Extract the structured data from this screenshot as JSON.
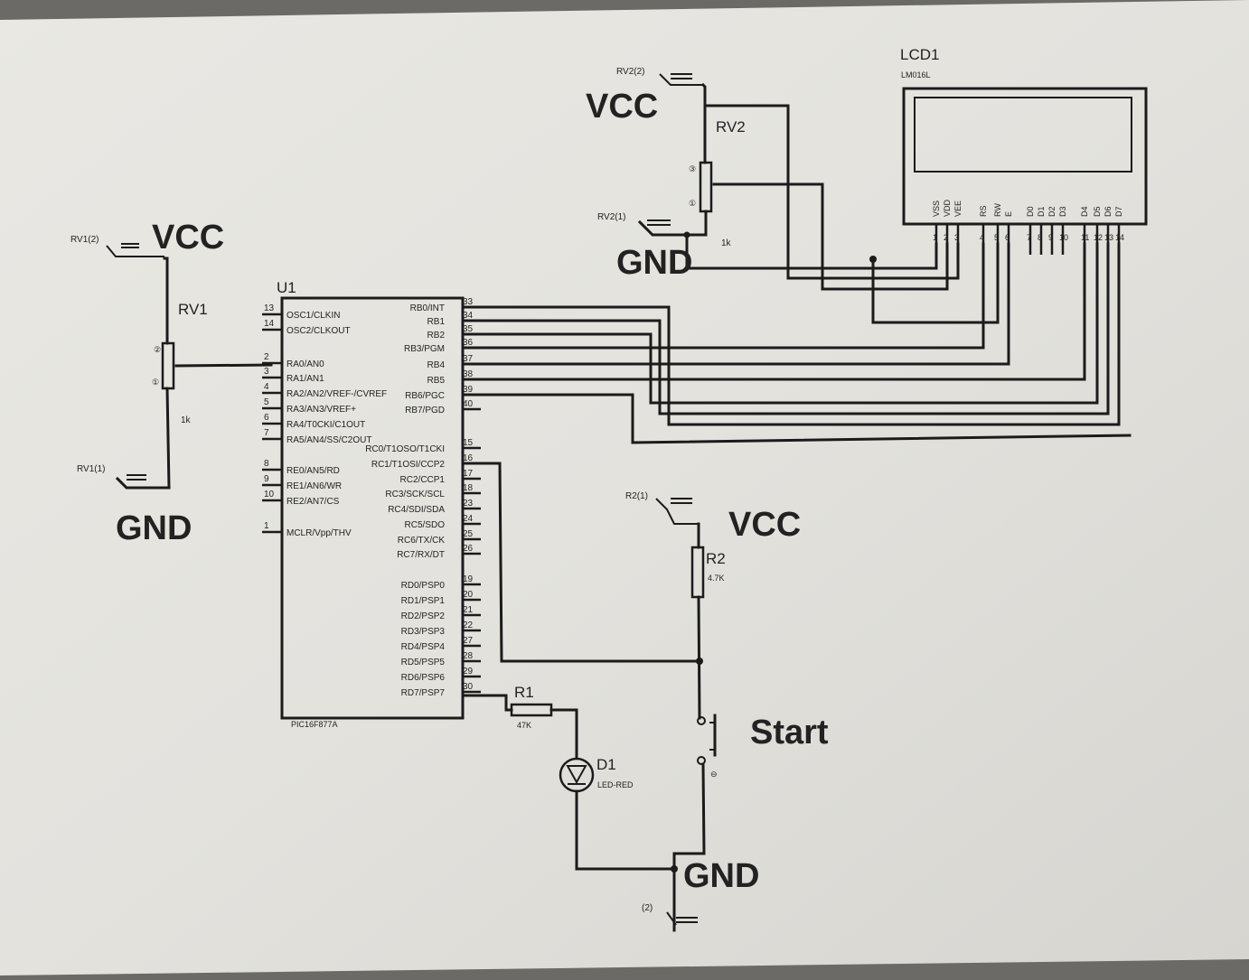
{
  "labels": {
    "vcc": "VCC",
    "gnd": "GND",
    "start": "Start"
  },
  "mcu": {
    "ref": "U1",
    "part": "PIC16F877A",
    "left_pins": [
      {
        "num": "13",
        "name": "OSC1/CLKIN"
      },
      {
        "num": "14",
        "name": "OSC2/CLKOUT"
      },
      {
        "num": "2",
        "name": "RA0/AN0"
      },
      {
        "num": "3",
        "name": "RA1/AN1"
      },
      {
        "num": "4",
        "name": "RA2/AN2/VREF-/CVREF"
      },
      {
        "num": "5",
        "name": "RA3/AN3/VREF+"
      },
      {
        "num": "6",
        "name": "RA4/T0CKI/C1OUT"
      },
      {
        "num": "7",
        "name": "RA5/AN4/SS/C2OUT"
      },
      {
        "num": "8",
        "name": "RE0/AN5/RD"
      },
      {
        "num": "9",
        "name": "RE1/AN6/WR"
      },
      {
        "num": "10",
        "name": "RE2/AN7/CS"
      },
      {
        "num": "1",
        "name": "MCLR/Vpp/THV"
      }
    ],
    "right_pins": [
      {
        "num": "33",
        "name": "RB0/INT"
      },
      {
        "num": "34",
        "name": "RB1"
      },
      {
        "num": "35",
        "name": "RB2"
      },
      {
        "num": "36",
        "name": "RB3/PGM"
      },
      {
        "num": "37",
        "name": "RB4"
      },
      {
        "num": "38",
        "name": "RB5"
      },
      {
        "num": "39",
        "name": "RB6/PGC"
      },
      {
        "num": "40",
        "name": "RB7/PGD"
      },
      {
        "num": "15",
        "name": "RC0/T1OSO/T1CKI"
      },
      {
        "num": "16",
        "name": "RC1/T1OSI/CCP2"
      },
      {
        "num": "17",
        "name": "RC2/CCP1"
      },
      {
        "num": "18",
        "name": "RC3/SCK/SCL"
      },
      {
        "num": "23",
        "name": "RC4/SDI/SDA"
      },
      {
        "num": "24",
        "name": "RC5/SDO"
      },
      {
        "num": "25",
        "name": "RC6/TX/CK"
      },
      {
        "num": "26",
        "name": "RC7/RX/DT"
      },
      {
        "num": "19",
        "name": "RD0/PSP0"
      },
      {
        "num": "20",
        "name": "RD1/PSP1"
      },
      {
        "num": "21",
        "name": "RD2/PSP2"
      },
      {
        "num": "22",
        "name": "RD3/PSP3"
      },
      {
        "num": "27",
        "name": "RD4/PSP4"
      },
      {
        "num": "28",
        "name": "RD5/PSP5"
      },
      {
        "num": "29",
        "name": "RD6/PSP6"
      },
      {
        "num": "30",
        "name": "RD7/PSP7"
      }
    ]
  },
  "rv1": {
    "ref": "RV1",
    "value": "1k",
    "pin_top": "RV1(2)",
    "pin_bottom": "RV1(1)"
  },
  "rv2": {
    "ref": "RV2",
    "value": "1k",
    "pin_top": "RV2(2)",
    "pin_bottom": "RV2(1)"
  },
  "r1": {
    "ref": "R1",
    "value": "47K"
  },
  "r2": {
    "ref": "R2",
    "value": "4.7K",
    "pin_top": "R2(1)"
  },
  "d1": {
    "ref": "D1",
    "value": "LED-RED"
  },
  "start_pin": "(2)",
  "lcd": {
    "ref": "LCD1",
    "part": "LM016L",
    "pins": [
      {
        "name": "VSS",
        "num": "1"
      },
      {
        "name": "VDD",
        "num": "2"
      },
      {
        "name": "VEE",
        "num": "3"
      },
      {
        "name": "RS",
        "num": "4"
      },
      {
        "name": "RW",
        "num": "5"
      },
      {
        "name": "E",
        "num": "6"
      },
      {
        "name": "D0",
        "num": "7"
      },
      {
        "name": "D1",
        "num": "8"
      },
      {
        "name": "D2",
        "num": "9"
      },
      {
        "name": "D3",
        "num": "10"
      },
      {
        "name": "D4",
        "num": "11"
      },
      {
        "name": "D5",
        "num": "12"
      },
      {
        "name": "D6",
        "num": "13"
      },
      {
        "name": "D7",
        "num": "14"
      }
    ]
  }
}
